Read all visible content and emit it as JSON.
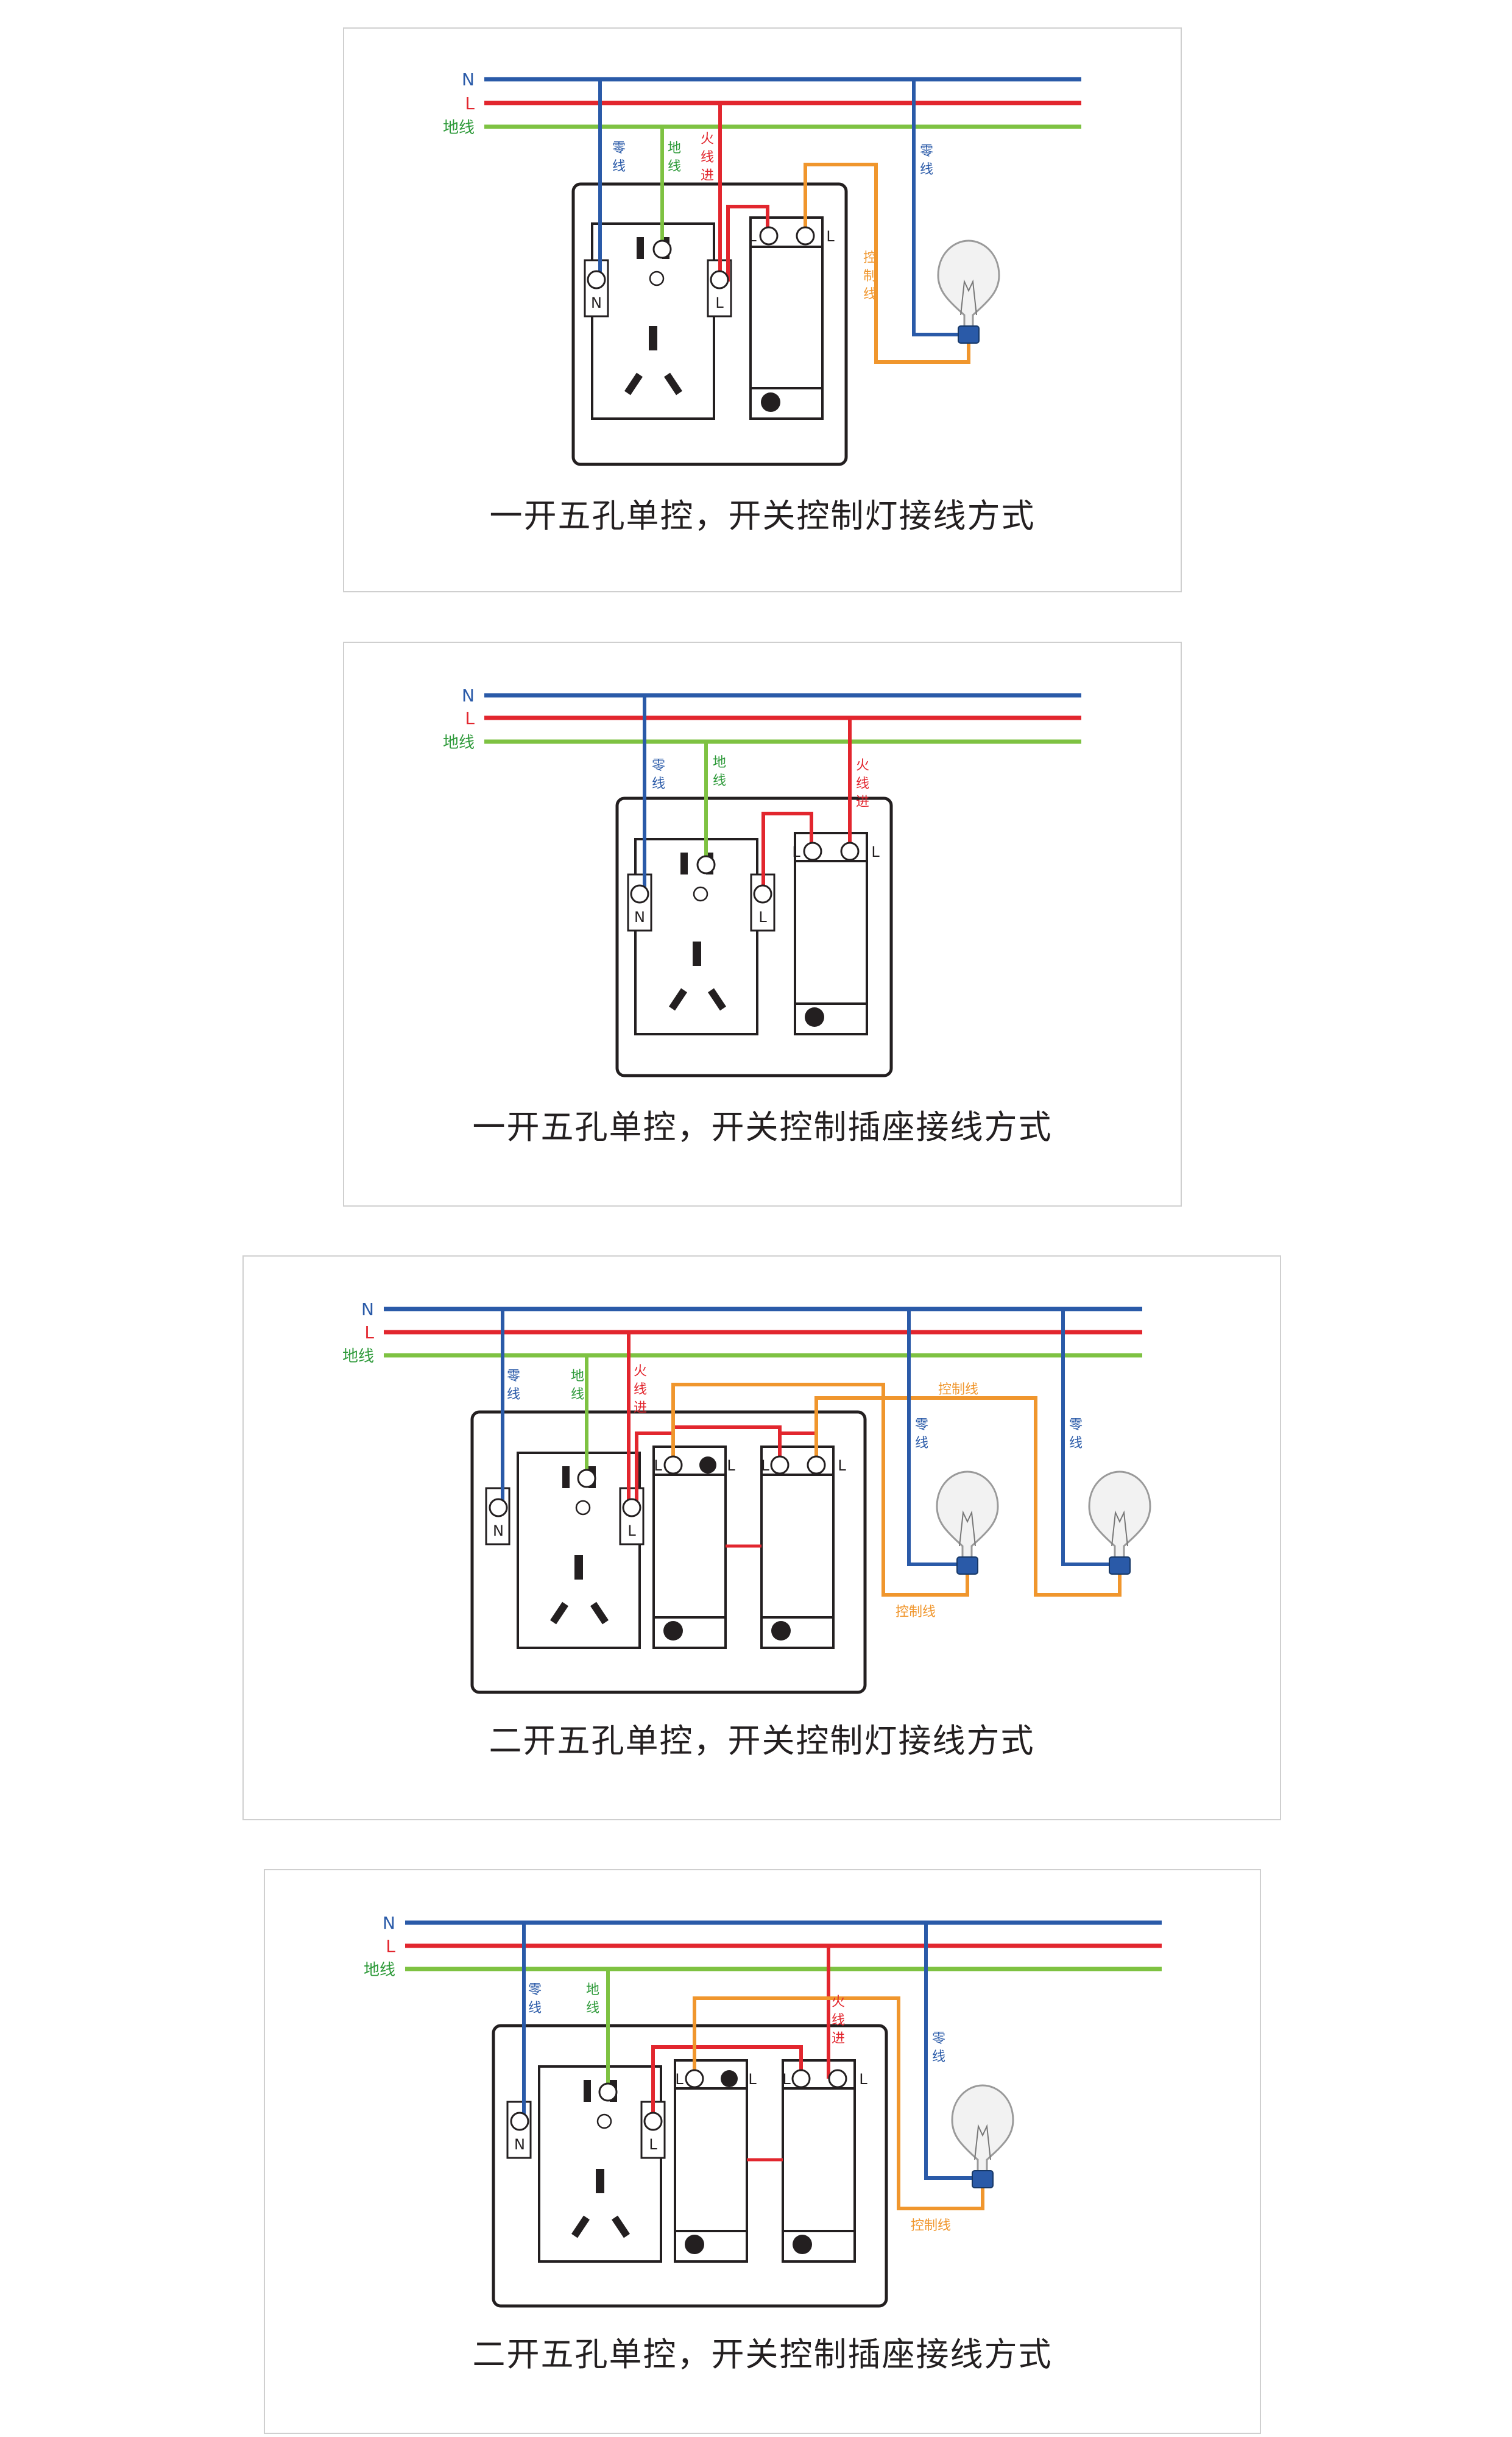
{
  "colors": {
    "neutral": "#2a5aa8",
    "live": "#e2262e",
    "earth": "#7ec242",
    "earth_text": "#2e9a3a",
    "control": "#f0962d",
    "outline": "#231f20"
  },
  "labels": {
    "N": "N",
    "L": "L",
    "earth": "地线",
    "neutral_v": [
      "零",
      "线"
    ],
    "earth_v": [
      "地",
      "线"
    ],
    "live_in_v": [
      "火",
      "线",
      "进"
    ],
    "control_v": [
      "控",
      "制",
      "线"
    ],
    "control_h": "控制线",
    "terminal_N": "N",
    "terminal_L": "L"
  },
  "diagrams": [
    {
      "caption": "一开五孔单控，开关控制灯接线方式"
    },
    {
      "caption": "一开五孔单控，开关控制插座接线方式"
    },
    {
      "caption": "二开五孔单控，开关控制灯接线方式"
    },
    {
      "caption": "二开五孔单控，开关控制插座接线方式"
    }
  ]
}
